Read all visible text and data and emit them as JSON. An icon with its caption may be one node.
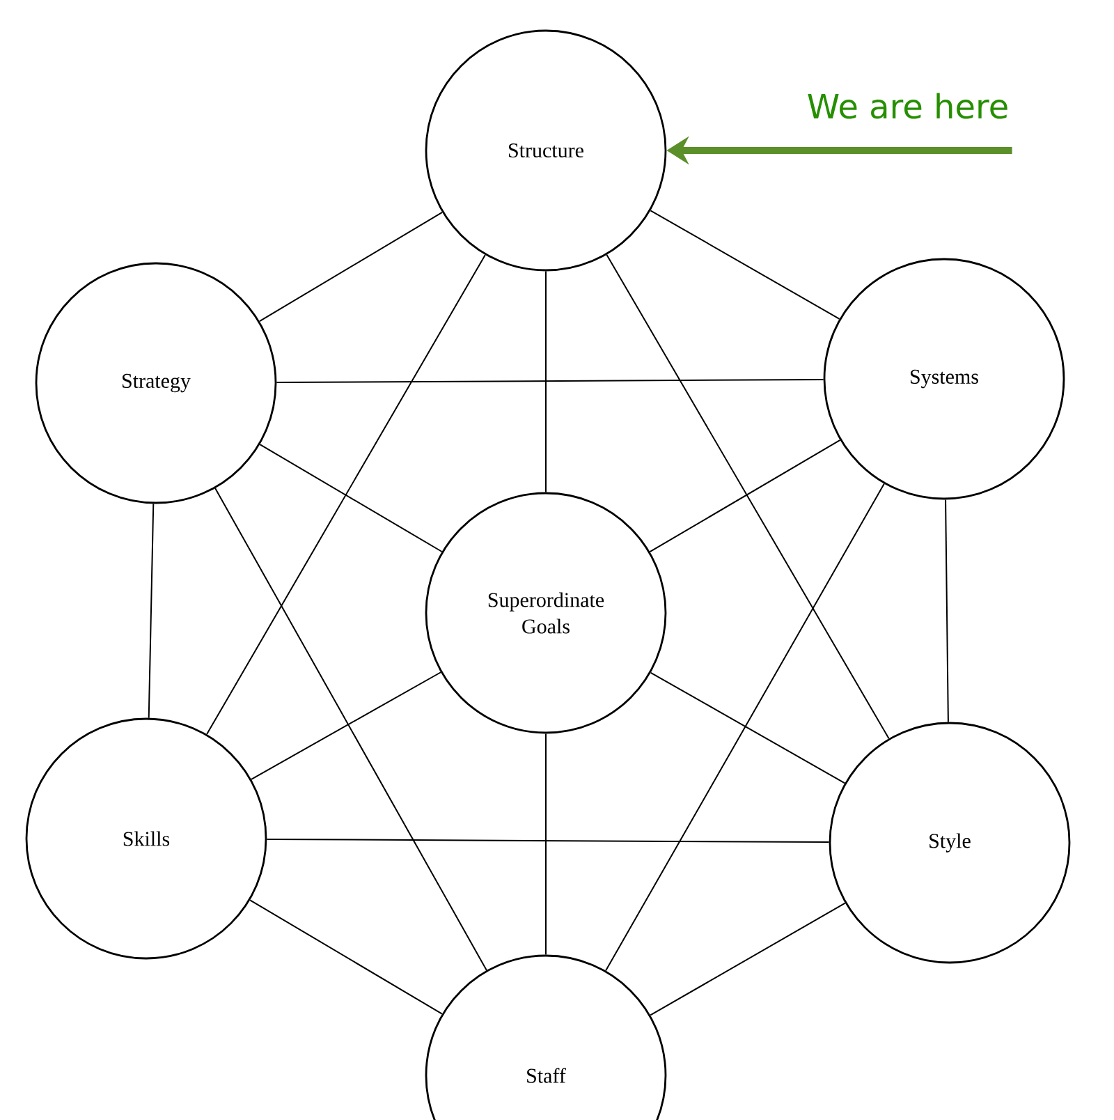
{
  "diagram": {
    "nodes": [
      {
        "text": [
          "Structure"
        ]
      },
      {
        "text": [
          "We are here"
        ]
      },
      {
        "text": [
          "Strategy"
        ]
      },
      {
        "text": [
          "Systems"
        ]
      },
      {
        "text": [
          "Superordinate Goals"
        ]
      },
      {
        "text": [
          "Skills"
        ]
      },
      {
        "text": [
          "Style"
        ]
      },
      {
        "text": [
          "Staff"
        ]
      }
    ],
    "edges": [
      {
        "from": 0,
        "to": 2,
        "arrow": "none"
      },
      {
        "from": 0,
        "to": 3,
        "arrow": "none"
      },
      {
        "from": 0,
        "to": 4,
        "arrow": "none"
      },
      {
        "from": 0,
        "to": 5,
        "arrow": "none"
      },
      {
        "from": 0,
        "to": 6,
        "arrow": "none"
      },
      {
        "from": 2,
        "to": 3,
        "arrow": "none"
      },
      {
        "from": 2,
        "to": 4,
        "arrow": "none"
      },
      {
        "from": 2,
        "to": 5,
        "arrow": "none"
      },
      {
        "from": 2,
        "to": 7,
        "arrow": "none"
      },
      {
        "from": 3,
        "to": 4,
        "arrow": "none"
      },
      {
        "from": 3,
        "to": 6,
        "arrow": "none"
      },
      {
        "from": 3,
        "to": 7,
        "arrow": "none"
      },
      {
        "from": 4,
        "to": 5,
        "arrow": "none"
      },
      {
        "from": 4,
        "to": 6,
        "arrow": "none"
      },
      {
        "from": 4,
        "to": 7,
        "arrow": "none"
      },
      {
        "from": 5,
        "to": 6,
        "arrow": "none"
      },
      {
        "from": 5,
        "to": 7,
        "arrow": "none"
      },
      {
        "from": 6,
        "to": 7,
        "arrow": "none"
      },
      {
        "from": 1,
        "to": 0,
        "arrow": "to",
        "style": "thick",
        "color": "#5a8f29"
      }
    ]
  }
}
